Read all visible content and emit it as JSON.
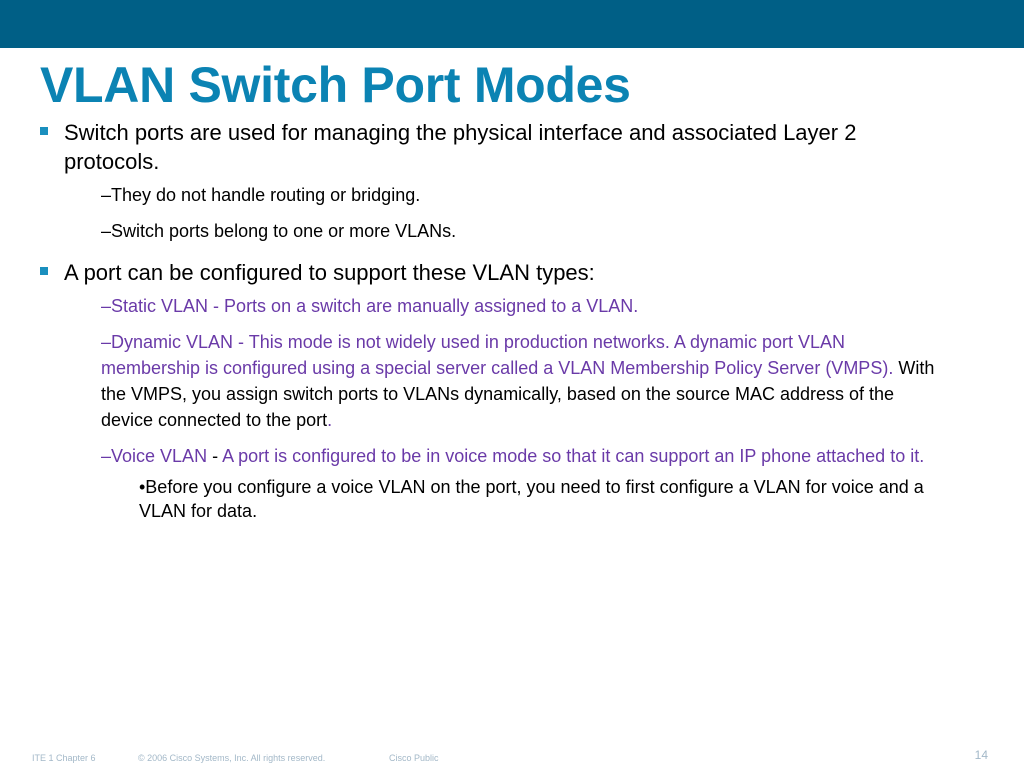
{
  "slide": {
    "title": "VLAN Switch Port Modes",
    "bullet1": {
      "text": "Switch ports are used for managing the physical interface and associated Layer 2 protocols.",
      "subs": [
        "–They do not handle routing or bridging.",
        "–Switch ports belong to one or more VLANs."
      ]
    },
    "bullet2": {
      "text": "A port can be configured to support these VLAN types:",
      "static": "–Static VLAN - Ports on a switch are manually assigned to a VLAN.",
      "dynamic_purple": "–Dynamic VLAN - This mode is not widely used in production networks. A dynamic port VLAN membership is configured using a special server called a VLAN Membership Policy Server (VMPS).",
      "dynamic_black": " With the VMPS, you assign switch ports to VLANs dynamically, based on the source MAC address of the device connected to the port",
      "dynamic_end": ".",
      "voice_label": "–Voice VLAN",
      "voice_dash": " - ",
      "voice_purple": "A port is configured to be in voice mode so that it can support an IP phone attached to it.",
      "voice_note": "•Before you configure a voice VLAN on the port, you need to first configure a VLAN for voice and a VLAN for data."
    }
  },
  "footer": {
    "chapter": "ITE 1 Chapter 6",
    "copyright": "© 2006 Cisco Systems, Inc. All rights reserved.",
    "classification": "Cisco Public",
    "page_number": "14"
  },
  "colors": {
    "header_bar": "#005f86",
    "title": "#0b83b3",
    "bullet": "#1a8fbe",
    "purple_text": "#6a3aa8"
  },
  "icons": {
    "bullet_marker": "square-bullet-icon"
  }
}
